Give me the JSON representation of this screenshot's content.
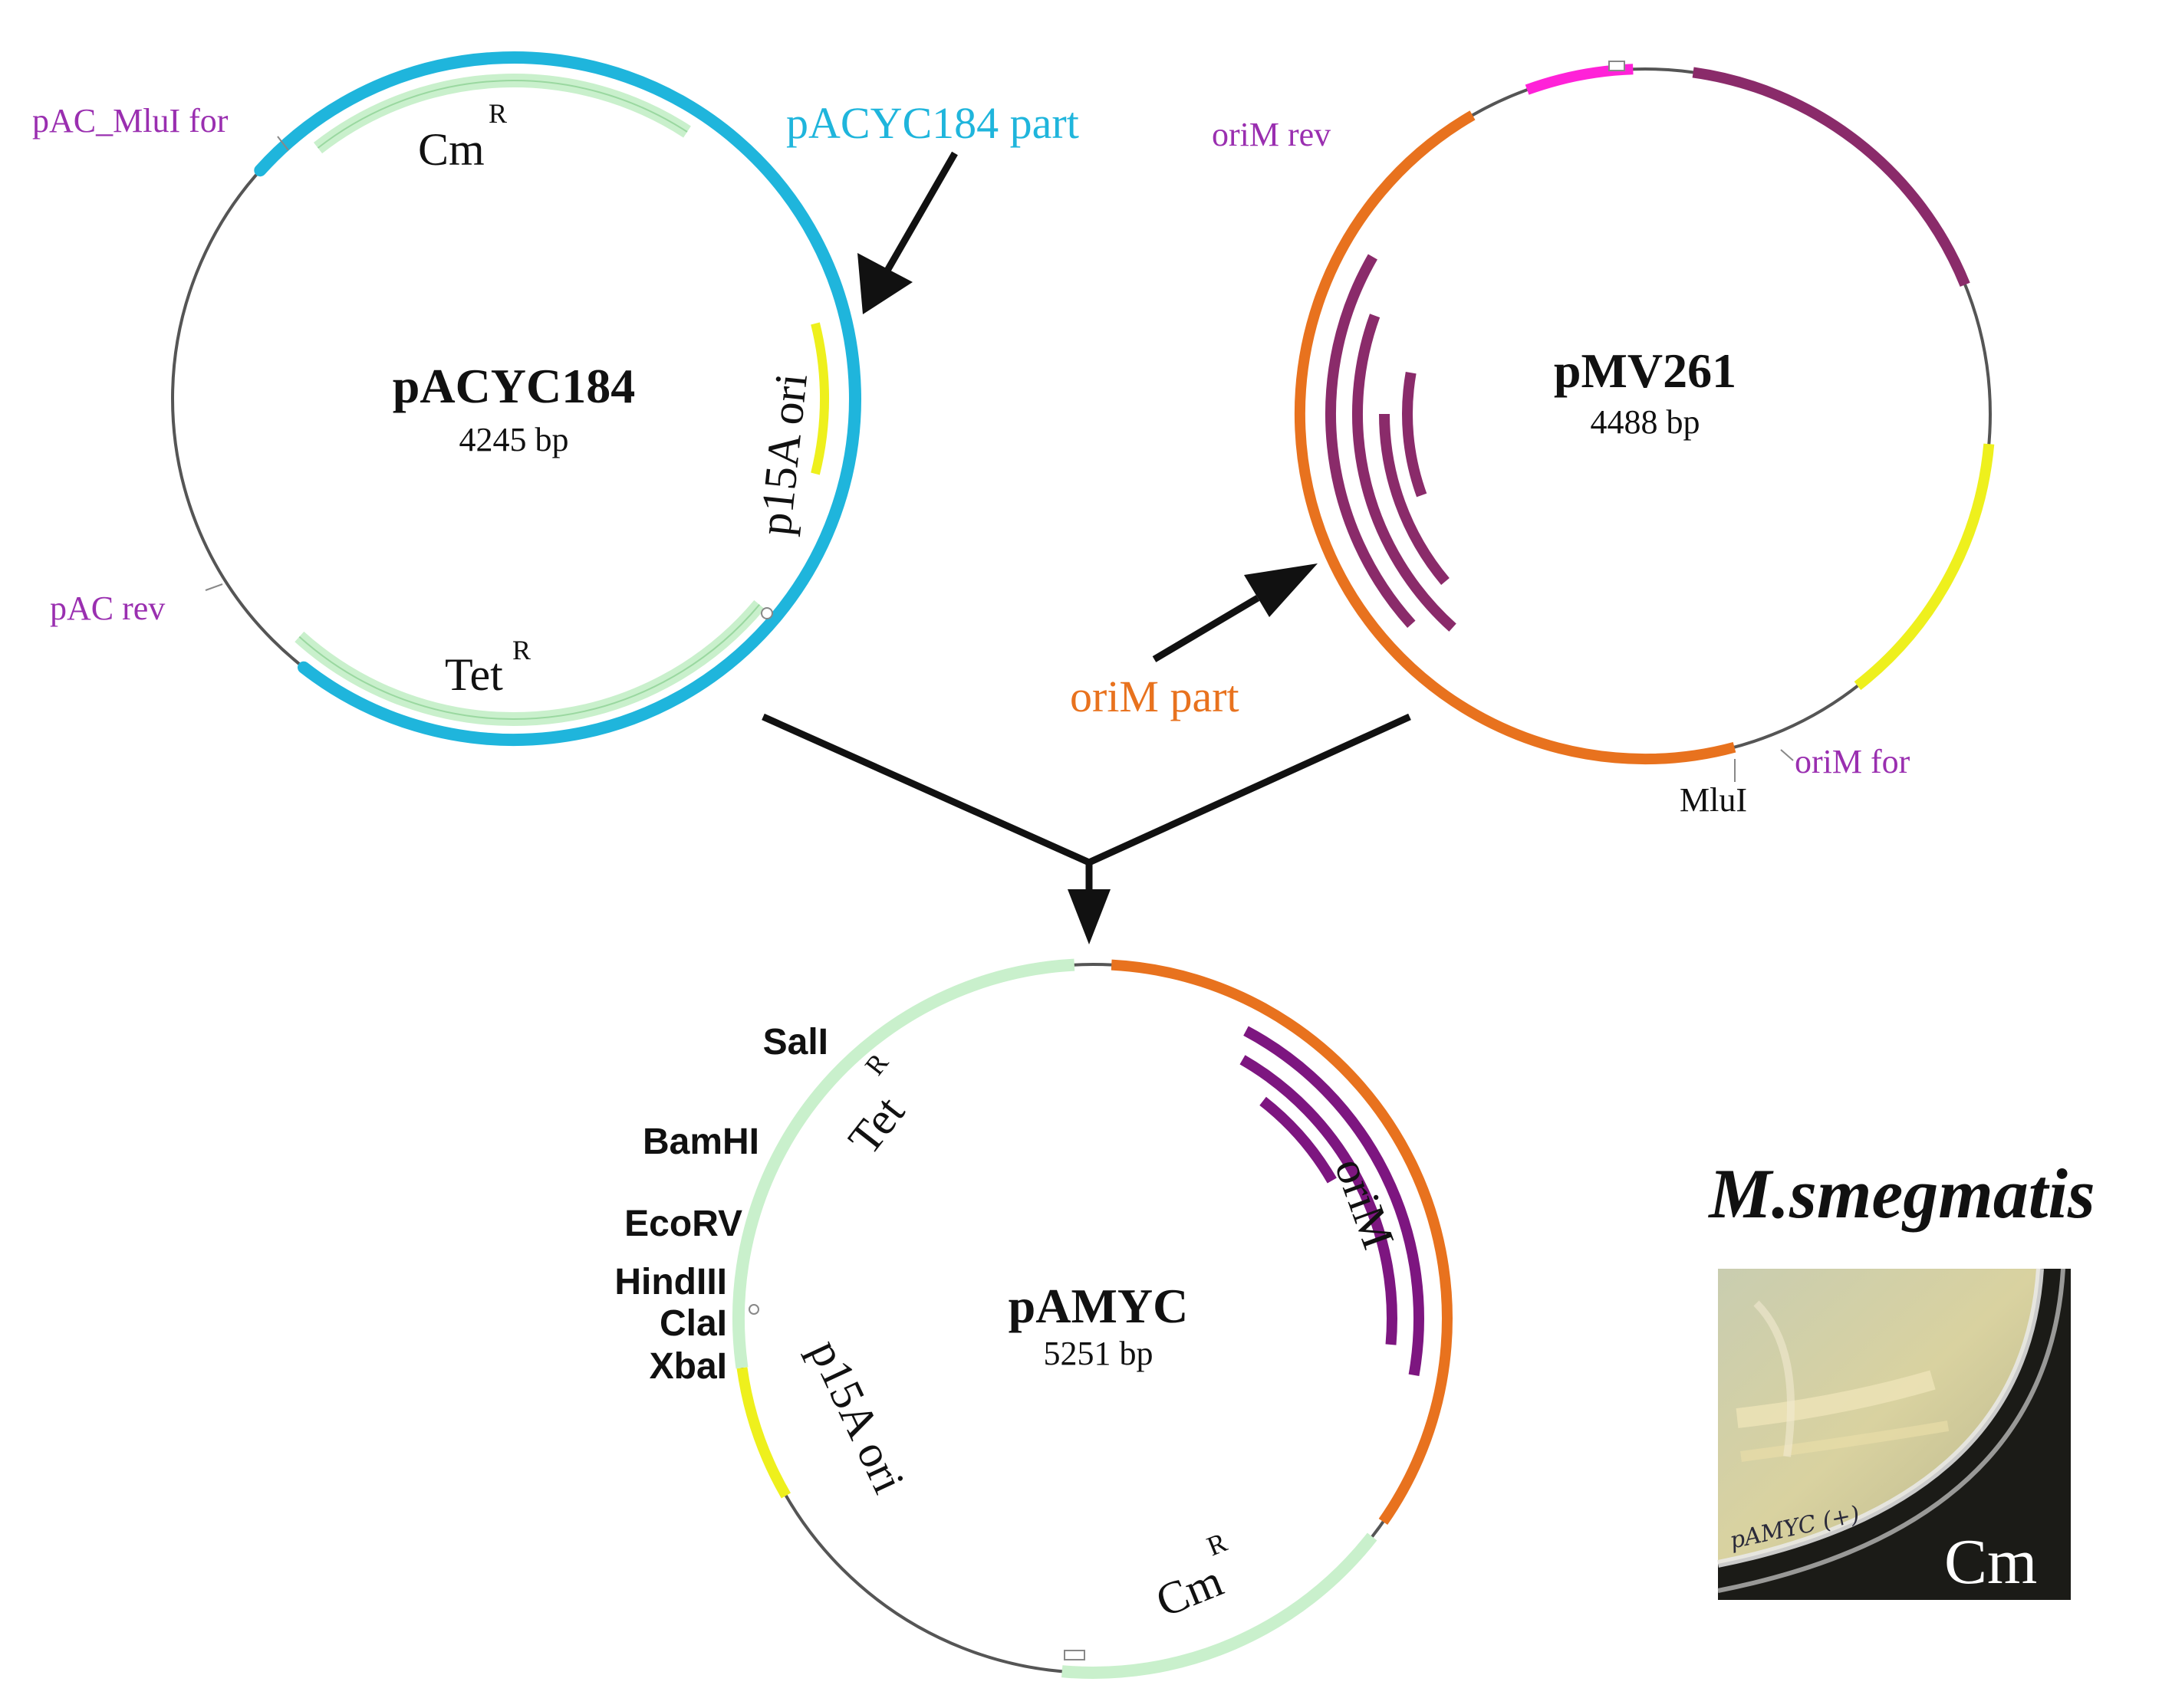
{
  "colors": {
    "pacyc_part": "#1fb5dc",
    "orim_part": "#e8721e",
    "primer": "#9a2fb0",
    "resistance": "#c9f0cc",
    "ori_yellow": "#eef01d",
    "orim_gene": "#8a2b6a",
    "magenta": "#ff22d8",
    "backbone": "#555555"
  },
  "plasmids": {
    "pacyc184": {
      "name": "pACYC184",
      "size": "4245 bp"
    },
    "pmv261": {
      "name": "pMV261",
      "size": "4488 bp"
    },
    "pamyc": {
      "name": "pAMYC",
      "size": "5251 bp"
    }
  },
  "labels": {
    "cm": "Cm",
    "tet": "Tet",
    "sup_r": "R",
    "p15a_ori": "p15A ori",
    "orim": "oriM",
    "pacyc184_part": "pACYC184 part",
    "orim_part": "oriM part"
  },
  "primers": {
    "pac_mlui_for": "pAC_MluI for",
    "pac_rev": "pAC rev",
    "orim_rev": "oriM rev",
    "orim_for": "oriM for"
  },
  "sites": {
    "mlui": "MluI",
    "sali": "SalI",
    "bamhi": "BamHI",
    "ecorv": "EcoRV",
    "hindiii": "HindIII",
    "clai": "ClaI",
    "xbai": "XbaI"
  },
  "photo": {
    "title": "M.smegmatis",
    "plate_label": "Cm",
    "handwriting": "pAMYC (+)"
  }
}
